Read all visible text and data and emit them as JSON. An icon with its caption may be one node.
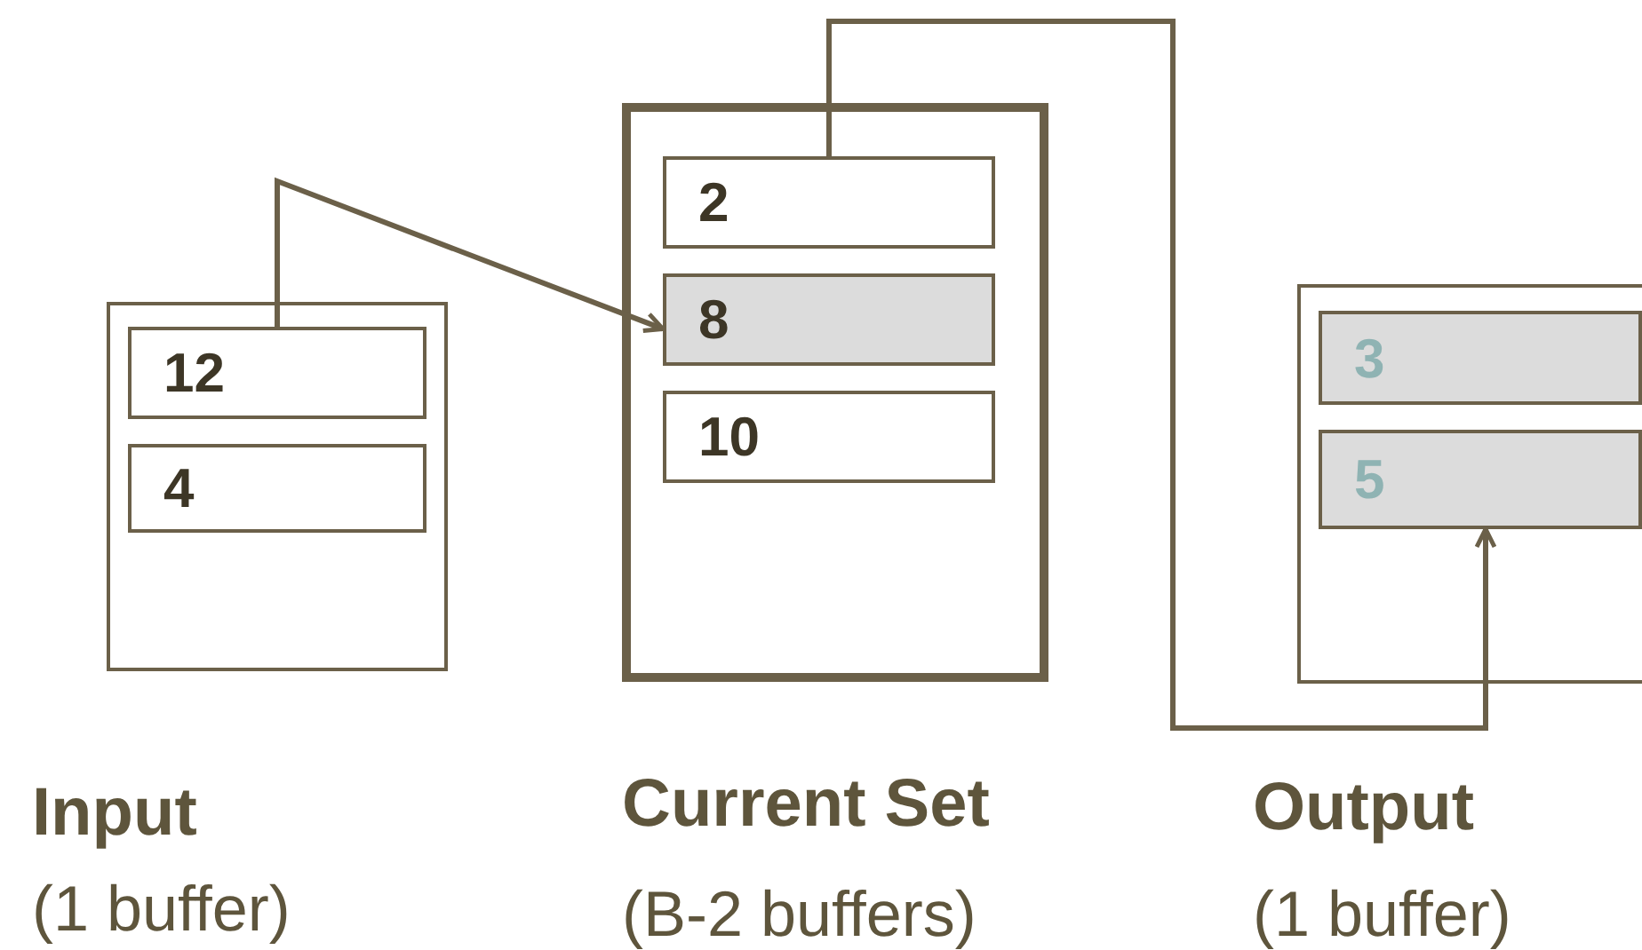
{
  "diagram": {
    "nodes": [
      {
        "text": [
          "Input",
          "(1 buffer)"
        ]
      },
      {
        "text": [
          "12"
        ],
        "in": 0
      },
      {
        "text": [
          "4"
        ],
        "in": 0
      },
      {
        "text": [
          "Current Set",
          "(B-2 buffers)"
        ]
      },
      {
        "text": [
          "2"
        ],
        "in": 3
      },
      {
        "text": [
          "8"
        ],
        "in": 3
      },
      {
        "text": [
          "10"
        ],
        "in": 3
      },
      {
        "text": [
          "Output",
          "(1 buffer)"
        ]
      },
      {
        "text": [
          "3"
        ],
        "in": 7
      },
      {
        "text": [
          "5"
        ],
        "in": 7
      }
    ],
    "edges": [
      {
        "from": 1,
        "to": 5,
        "arrow": "to"
      },
      {
        "from": 4,
        "to": 9,
        "arrow": "to"
      }
    ]
  }
}
